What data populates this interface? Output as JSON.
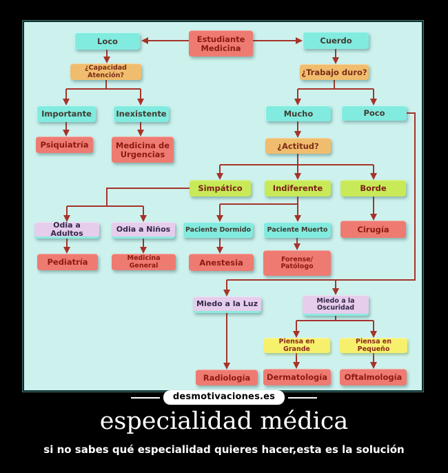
{
  "flowchart": {
    "nodes": [
      {
        "id": "loco",
        "label": "Loco"
      },
      {
        "id": "estudiante-medicina",
        "label": "Estudiante\nMedicina"
      },
      {
        "id": "cuerdo",
        "label": "Cuerdo"
      },
      {
        "id": "capacidad-atencion",
        "label": "¿Capacidad Atención?"
      },
      {
        "id": "trabajo-duro",
        "label": "¿Trabajo duro?"
      },
      {
        "id": "importante",
        "label": "Importante"
      },
      {
        "id": "inexistente",
        "label": "Inexistente"
      },
      {
        "id": "mucho",
        "label": "Mucho"
      },
      {
        "id": "poco",
        "label": "Poco"
      },
      {
        "id": "psiquiatria",
        "label": "Psiquiatría"
      },
      {
        "id": "medicina-urgencias",
        "label": "Medicina de\nUrgencias"
      },
      {
        "id": "actitud",
        "label": "¿Actitud?"
      },
      {
        "id": "simpatico",
        "label": "Simpático"
      },
      {
        "id": "indiferente",
        "label": "Indiferente"
      },
      {
        "id": "borde",
        "label": "Borde"
      },
      {
        "id": "odia-adultos",
        "label": "Odia a Adultos"
      },
      {
        "id": "odia-ninos",
        "label": "Odia a Niños"
      },
      {
        "id": "paciente-dormido",
        "label": "Paciente Dormido"
      },
      {
        "id": "paciente-muerto",
        "label": "Paciente Muerto"
      },
      {
        "id": "cirugia",
        "label": "Cirugía"
      },
      {
        "id": "pediatria",
        "label": "Pediatría"
      },
      {
        "id": "medicina-general",
        "label": "Medicina General"
      },
      {
        "id": "anestesia",
        "label": "Anestesia"
      },
      {
        "id": "forense-patologo",
        "label": "Forense/\nPatólogo"
      },
      {
        "id": "miedo-luz",
        "label": "Miedo a la Luz"
      },
      {
        "id": "miedo-oscuridad",
        "label": "Miedo a la\nOscuridad"
      },
      {
        "id": "piensa-grande",
        "label": "Piensa en Grande"
      },
      {
        "id": "piensa-pequeno",
        "label": "Piensa en Pequeño"
      },
      {
        "id": "radiologia",
        "label": "Radiología"
      },
      {
        "id": "dermatologia",
        "label": "Dermatología"
      },
      {
        "id": "oftalmologia",
        "label": "Oftalmología"
      }
    ],
    "edges": [
      {
        "from": "estudiante-medicina",
        "to": "loco"
      },
      {
        "from": "estudiante-medicina",
        "to": "cuerdo"
      },
      {
        "from": "loco",
        "to": "capacidad-atencion"
      },
      {
        "from": "capacidad-atencion",
        "to": "importante"
      },
      {
        "from": "capacidad-atencion",
        "to": "inexistente"
      },
      {
        "from": "importante",
        "to": "psiquiatria"
      },
      {
        "from": "inexistente",
        "to": "medicina-urgencias"
      },
      {
        "from": "cuerdo",
        "to": "trabajo-duro"
      },
      {
        "from": "trabajo-duro",
        "to": "mucho"
      },
      {
        "from": "trabajo-duro",
        "to": "poco"
      },
      {
        "from": "mucho",
        "to": "actitud"
      },
      {
        "from": "actitud",
        "to": "simpatico"
      },
      {
        "from": "actitud",
        "to": "indiferente"
      },
      {
        "from": "actitud",
        "to": "borde"
      },
      {
        "from": "simpatico",
        "to": "odia-adultos"
      },
      {
        "from": "simpatico",
        "to": "odia-ninos"
      },
      {
        "from": "odia-adultos",
        "to": "pediatria"
      },
      {
        "from": "odia-ninos",
        "to": "medicina-general"
      },
      {
        "from": "indiferente",
        "to": "paciente-dormido"
      },
      {
        "from": "indiferente",
        "to": "paciente-muerto"
      },
      {
        "from": "paciente-dormido",
        "to": "anestesia"
      },
      {
        "from": "paciente-muerto",
        "to": "forense-patologo"
      },
      {
        "from": "borde",
        "to": "cirugia"
      },
      {
        "from": "poco",
        "to": "miedo-luz"
      },
      {
        "from": "poco",
        "to": "miedo-oscuridad"
      },
      {
        "from": "miedo-luz",
        "to": "radiologia"
      },
      {
        "from": "miedo-oscuridad",
        "to": "piensa-grande"
      },
      {
        "from": "miedo-oscuridad",
        "to": "piensa-pequeno"
      },
      {
        "from": "piensa-grande",
        "to": "dermatologia"
      },
      {
        "from": "piensa-pequeno",
        "to": "oftalmologia"
      }
    ],
    "colors": {
      "panel_background": "#cdf1ed",
      "cyan_node": "#82ebdf",
      "red_node": "#ee7b71",
      "orange_node": "#f0bd6e",
      "green_node": "#c8ea58",
      "yellow_node": "#f6f06d",
      "lavender_node": "#e6cdec",
      "arrow": "#a5332a"
    }
  },
  "watermark": {
    "label": "desmotivaciones.es"
  },
  "caption": {
    "title": "especialidad médica",
    "subtitle": "si no sabes qué especialidad quieres hacer,esta es la solución"
  }
}
